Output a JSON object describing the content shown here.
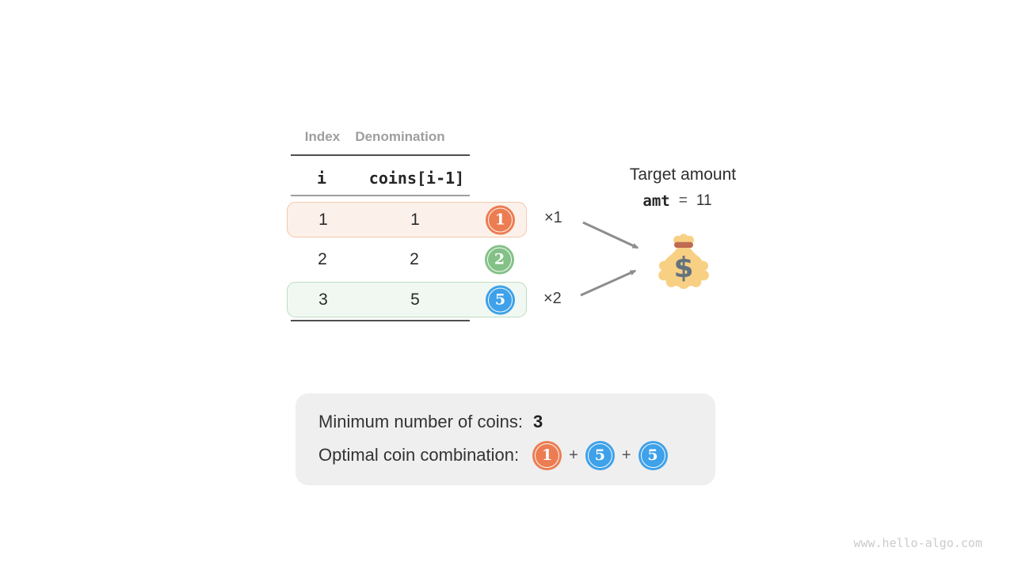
{
  "table": {
    "column_headers": {
      "index": "Index",
      "denomination": "Denomination"
    },
    "code_headers": {
      "index": "i",
      "denomination": "coins[i-1]"
    },
    "rows": [
      {
        "index": "1",
        "denomination": "1",
        "coin_value": "1",
        "multiplier": "×1",
        "highlight": "orange"
      },
      {
        "index": "2",
        "denomination": "2",
        "coin_value": "2",
        "multiplier": "",
        "highlight": "none"
      },
      {
        "index": "3",
        "denomination": "5",
        "coin_value": "5",
        "multiplier": "×2",
        "highlight": "green"
      }
    ]
  },
  "target": {
    "label": "Target amount",
    "variable": "amt",
    "equals": "=",
    "value": "11"
  },
  "icons": {
    "money_bag": "money-bag",
    "arrow": "arrow-pointing-to-bag"
  },
  "result": {
    "min_coins_label": "Minimum number of coins:",
    "min_coins_value": "3",
    "combination_label": "Optimal coin combination:",
    "plus": "+",
    "combination": [
      {
        "coin_value": "1",
        "color": "orange"
      },
      {
        "coin_value": "5",
        "color": "blue"
      },
      {
        "coin_value": "5",
        "color": "blue"
      }
    ]
  },
  "watermark": "www.hello-algo.com",
  "colors": {
    "coin_orange": "#EC7C52",
    "coin_green": "#83C187",
    "coin_blue": "#3EA1E9",
    "highlight_orange_bg": "#FCF1EA",
    "highlight_orange_border": "#F3C7AB",
    "highlight_green_bg": "#F1F8F2",
    "highlight_green_border": "#BEDCC1",
    "arrow_gray": "#8D8D8D",
    "result_box_bg": "#EFEFEF",
    "bag_yellow": "#F8D084",
    "bag_band": "#BF6A51",
    "bag_dollar": "#63737E"
  }
}
